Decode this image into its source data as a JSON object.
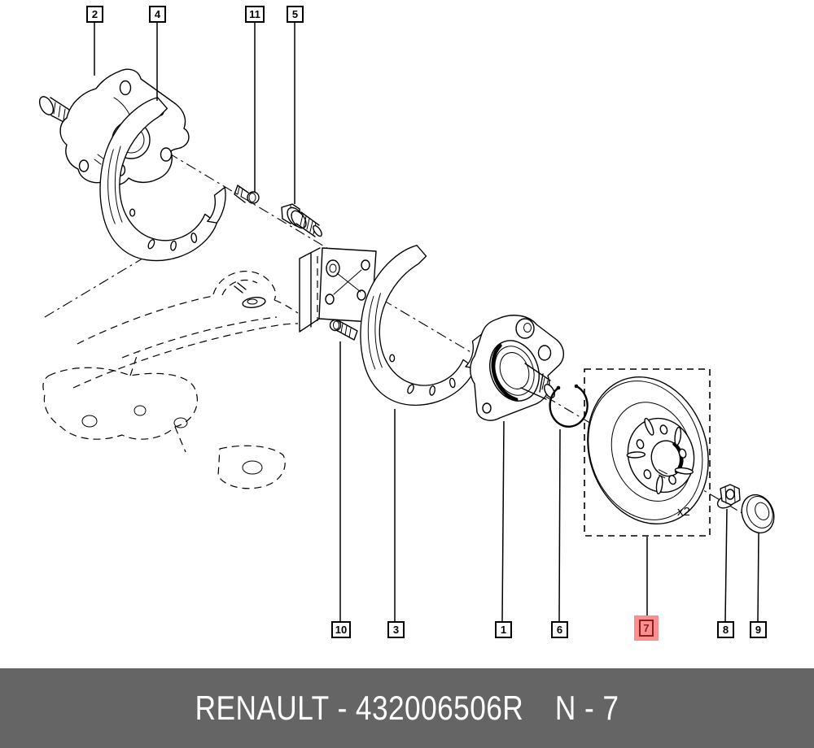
{
  "callouts": {
    "top": [
      {
        "label": "2"
      },
      {
        "label": "4"
      },
      {
        "label": "11"
      },
      {
        "label": "5"
      }
    ],
    "bottom": [
      {
        "label": "10"
      },
      {
        "label": "3"
      },
      {
        "label": "1"
      },
      {
        "label": "6"
      },
      {
        "label": "7",
        "highlighted": true
      },
      {
        "label": "8"
      },
      {
        "label": "9"
      }
    ],
    "highlighted_callout": "7"
  },
  "diagram": {
    "quantity_note": "x2"
  },
  "footer": {
    "brand": "RENAULT",
    "separator": "-",
    "part_number": "432006506R",
    "page_ref": "N - 7"
  },
  "colors": {
    "highlight_fill": "#f98f8f",
    "highlight_accent": "#8d1d1d",
    "footer_background": "#656565",
    "footer_text": "#ffffff",
    "line": "#000000"
  }
}
